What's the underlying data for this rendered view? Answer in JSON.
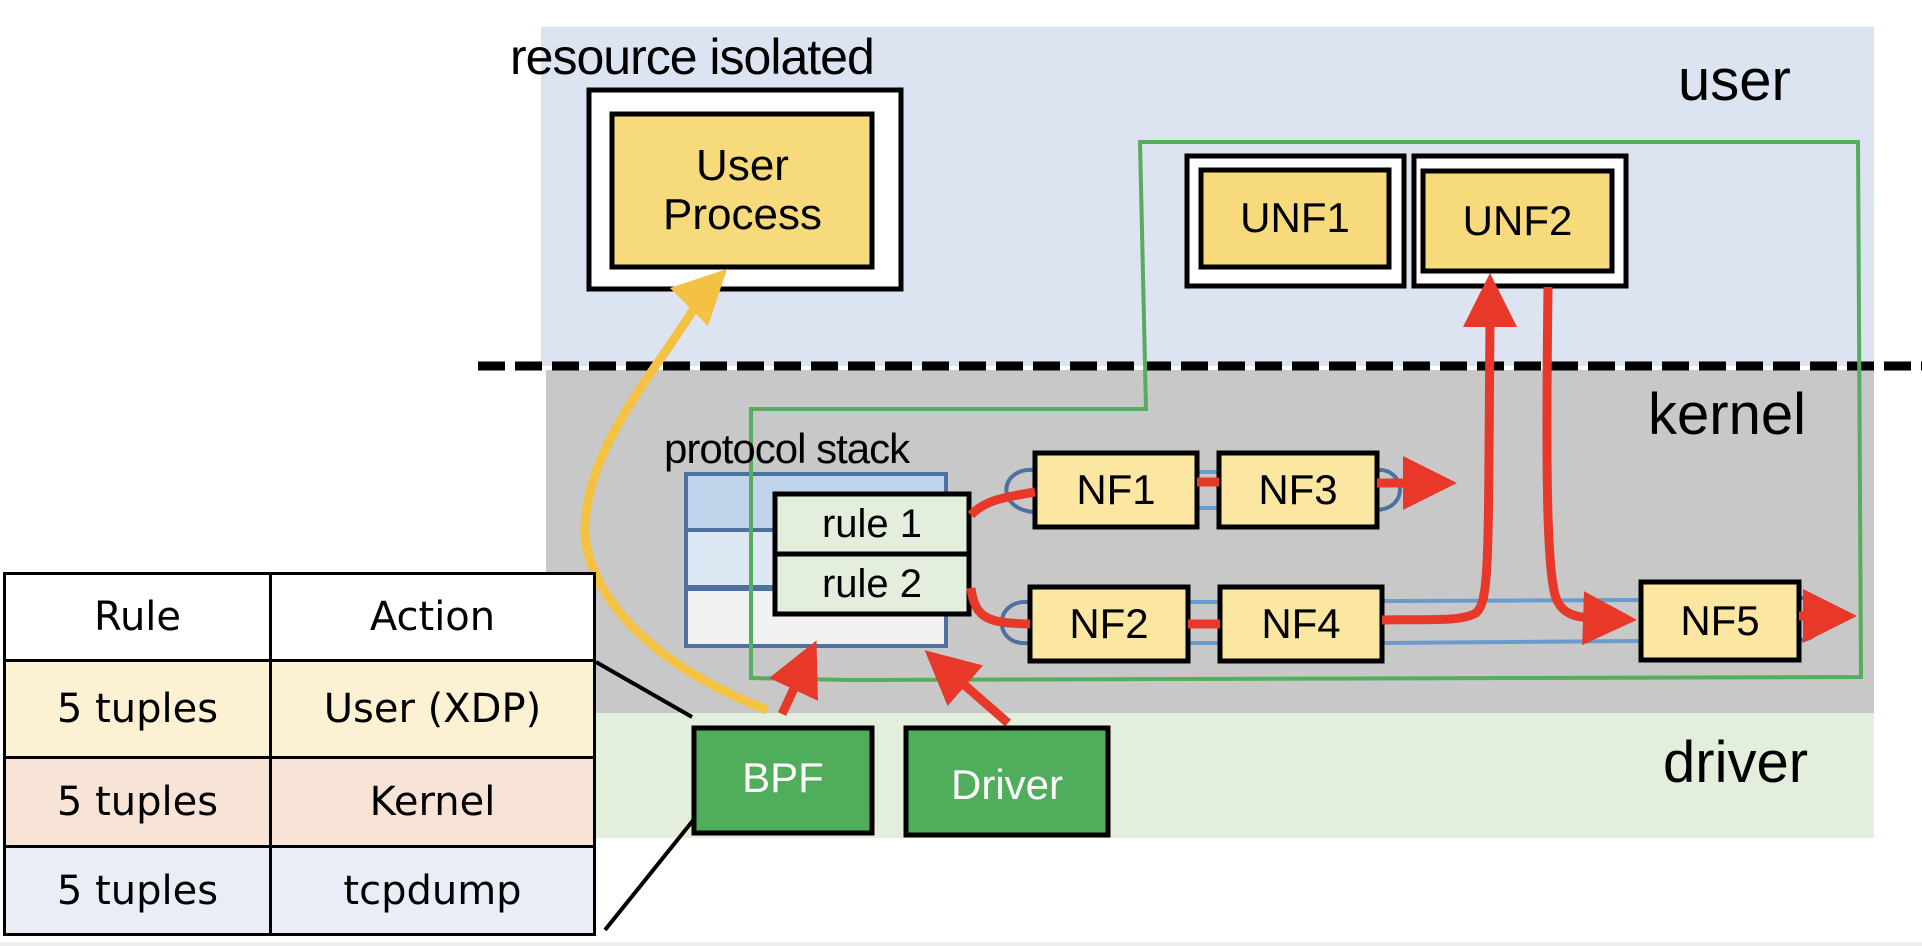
{
  "layers": {
    "user": "user",
    "kernel": "kernel",
    "driver": "driver"
  },
  "user_space": {
    "group_label": "resource isolated",
    "user_process": "User Process",
    "unf": [
      "UNF1",
      "UNF2"
    ]
  },
  "kernel_space": {
    "protocol_stack_label": "protocol stack",
    "rules": [
      "rule 1",
      "rule 2"
    ],
    "network_functions": [
      "NF1",
      "NF2",
      "NF3",
      "NF4",
      "NF5"
    ]
  },
  "driver_space": {
    "bpf": "BPF",
    "driver": "Driver"
  },
  "rule_table": {
    "headers": [
      "Rule",
      "Action"
    ],
    "rows": [
      {
        "rule": "5 tuples",
        "action": "User (XDP)"
      },
      {
        "rule": "5 tuples",
        "action": "Kernel"
      },
      {
        "rule": "5 tuples",
        "action": "tcpdump"
      }
    ]
  },
  "colors": {
    "user_bg": "#dce3f1",
    "kernel_bg": "#c8c8c8",
    "driver_bg": "#e4eedd",
    "process_fill": "#f7da7b",
    "nf_fill": "#fbe6a2",
    "driver_box_fill": "#4fad5b",
    "flow_arrow": "#e8382a",
    "xdp_arrow": "#f4c242",
    "boundary_outline": "#55ad5d",
    "pipe_line": "#6a9bd0"
  }
}
